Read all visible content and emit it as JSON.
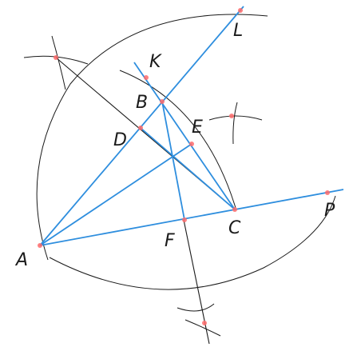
{
  "labels": {
    "A": "A",
    "B": "B",
    "C": "C",
    "D": "D",
    "E": "E",
    "F": "F",
    "K": "K",
    "L": "L",
    "P": "P"
  },
  "colors": {
    "construction_line": "#2e8ede",
    "auxiliary_line": "#1a1a1a",
    "point_marker": "#ff6b6b"
  }
}
